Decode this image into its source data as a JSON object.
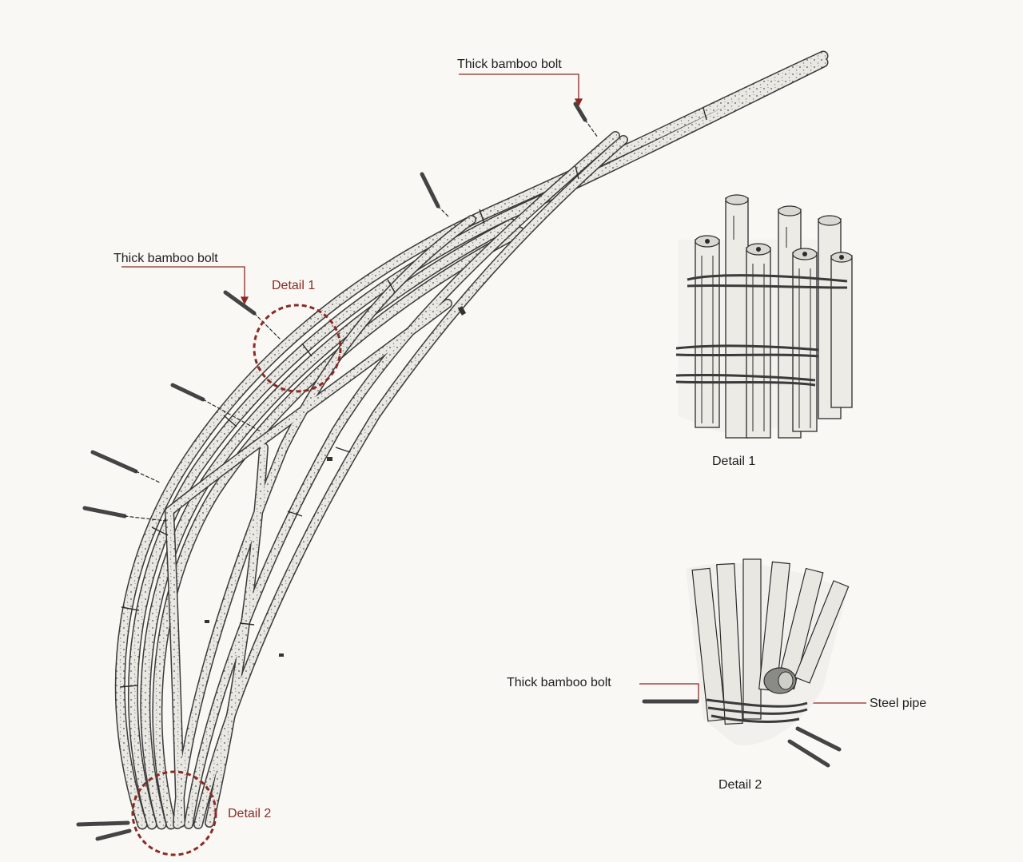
{
  "labels": {
    "bolt_top": "Thick bamboo bolt",
    "bolt_left": "Thick bamboo bolt",
    "detail1_marker": "Detail 1",
    "detail2_marker": "Detail 2",
    "detail1_caption": "Detail 1",
    "detail2_caption": "Detail 2",
    "bolt_detail2": "Thick bamboo bolt",
    "steel_pipe": "Steel pipe"
  },
  "colors": {
    "ink": "#2b2b2b",
    "leader_red": "#8b2a24",
    "bamboo_fill": "#ecebe6"
  }
}
